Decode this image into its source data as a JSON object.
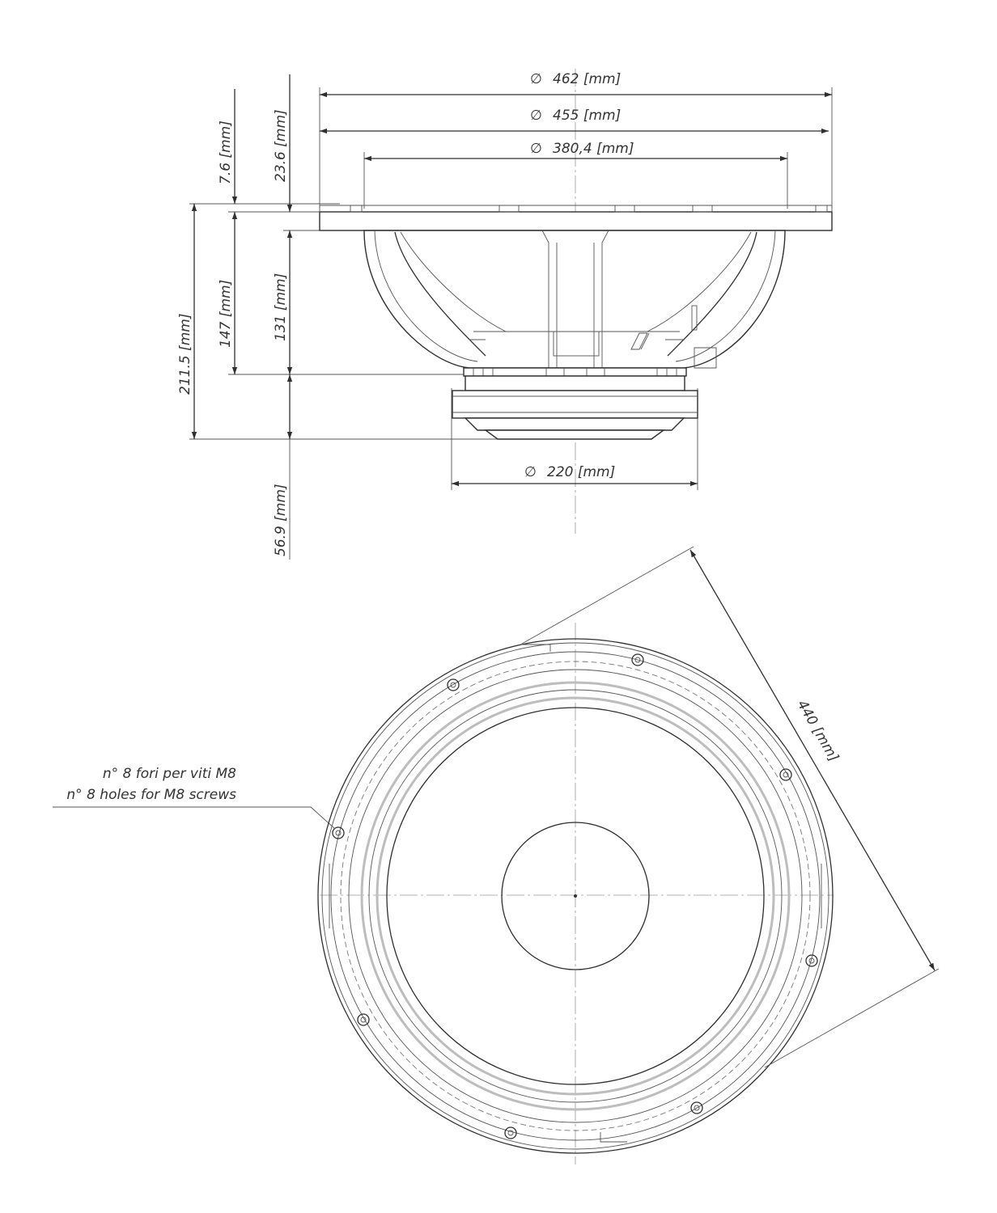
{
  "side_view": {
    "dims": {
      "outer_diameter": "462 [mm]",
      "frame_diameter": "455 [mm]",
      "mount_diameter": "380,4 [mm]",
      "magnet_diameter": "220 [mm]",
      "flange_thickness": "7.6 [mm]",
      "flange_total": "23.6 [mm]",
      "total_depth": "211.5 [mm]",
      "basket_depth": "147 [mm]",
      "basket_to_magnet": "131 [mm]",
      "magnet_depth": "56.9 [mm]"
    },
    "diameter_symbol": "∅"
  },
  "front_view": {
    "diagonal_dim": "440  [mm]",
    "note_it": "n° 8 fori per viti M8",
    "note_en": "n° 8 holes for M8 screws",
    "hole_count": 8
  }
}
